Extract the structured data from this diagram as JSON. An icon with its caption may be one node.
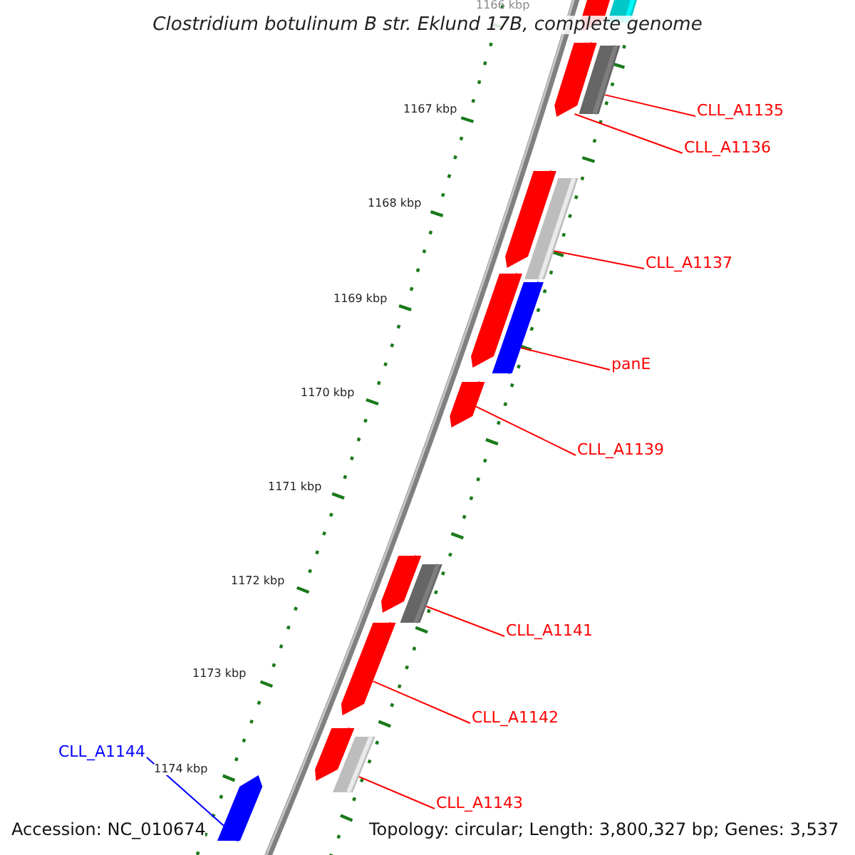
{
  "diagram": {
    "title": "Clostridium botulinum B str. Eklund 17B, complete genome",
    "nodes": [
      {
        "text": [
          "CLL_A1135"
        ]
      },
      {
        "text": [
          "CLL_A1136"
        ]
      },
      {
        "text": [
          "CLL_A1137"
        ]
      },
      {
        "text": [
          "panE"
        ]
      },
      {
        "text": [
          "CLL_A1139"
        ]
      },
      {
        "text": [
          "CLL_A1141"
        ]
      },
      {
        "text": [
          "CLL_A1142"
        ]
      },
      {
        "text": [
          "CLL_A1143"
        ]
      },
      {
        "text": [
          "CLL_A1144"
        ]
      },
      {
        "text": [],
        "shape": "bar"
      },
      {
        "text": [],
        "shape": "bar"
      },
      {
        "text": [],
        "shape": "bar"
      },
      {
        "text": [],
        "shape": "bar"
      },
      {
        "text": [],
        "shape": "bar"
      },
      {
        "text": [],
        "shape": "bar"
      },
      {
        "text": [],
        "shape": "bar"
      },
      {
        "text": [],
        "shape": "bar"
      },
      {
        "text": [],
        "shape": "bar"
      },
      {
        "text": [],
        "shape": "bar"
      },
      {
        "text": [],
        "shape": "bar"
      },
      {
        "text": [],
        "shape": "bar"
      },
      {
        "text": [],
        "shape": "bar"
      },
      {
        "text": [],
        "shape": "bar"
      },
      {
        "text": [],
        "shape": "bar"
      }
    ],
    "edges": [
      {
        "from": 0,
        "to": 12,
        "arrow": "none"
      },
      {
        "from": 1,
        "to": 11,
        "arrow": "none"
      },
      {
        "from": 2,
        "to": 14,
        "arrow": "none"
      },
      {
        "from": 3,
        "to": 16,
        "arrow": "none"
      },
      {
        "from": 4,
        "to": 17,
        "arrow": "none"
      },
      {
        "from": 5,
        "to": 19,
        "arrow": "none"
      },
      {
        "from": 6,
        "to": 20,
        "arrow": "none"
      },
      {
        "from": 7,
        "to": 22,
        "arrow": "none"
      },
      {
        "from": 8,
        "to": 23,
        "arrow": "none",
        "color": "#0000ff"
      }
    ],
    "labels": [
      "1166 kbp",
      "1167 kbp",
      "1168 kbp",
      "1169 kbp",
      "1170 kbp",
      "1171 kbp",
      "1172 kbp",
      "1173 kbp",
      "1174 kbp",
      "Accession: NC_010674",
      "Topology: circular; Length: 3,800,327 bp; Genes: 3,537"
    ]
  }
}
